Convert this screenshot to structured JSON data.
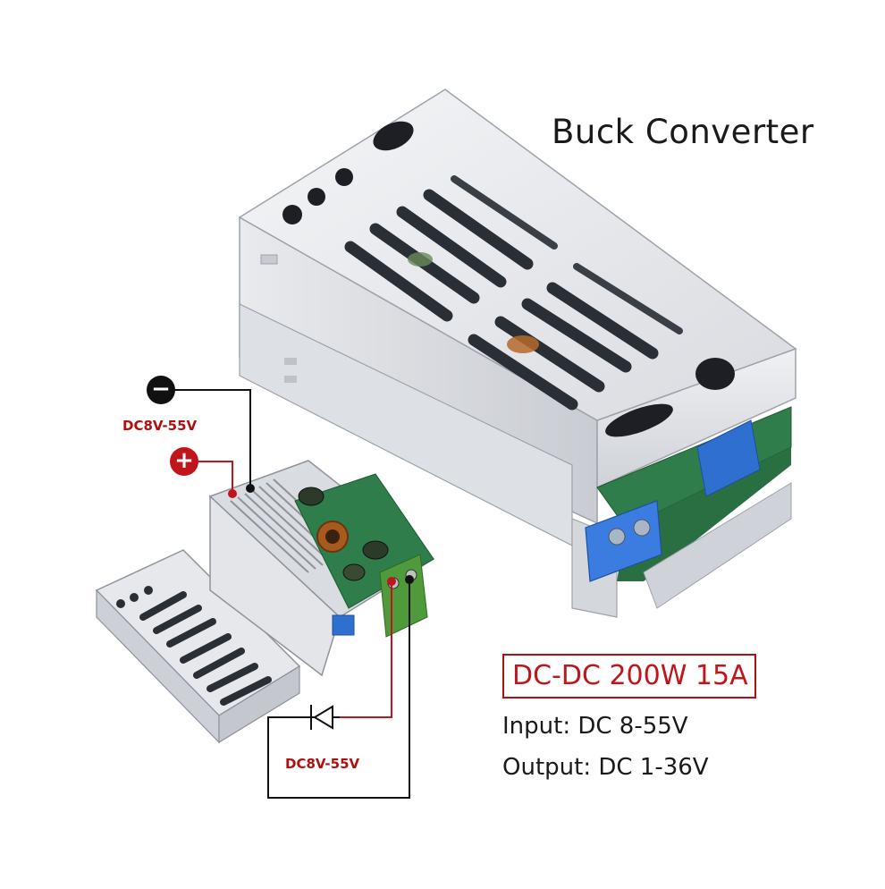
{
  "title": "Buck Converter",
  "spec_badge": "DC-DC 200W 15A",
  "input_spec": "Input: DC 8-55V",
  "output_spec": "Output: DC 1-36V",
  "wiring": {
    "input_label": "DC8V-55V",
    "output_label": "DC8V-55V",
    "negative_symbol": "−",
    "positive_symbol": "+"
  },
  "colors": {
    "accent_red": "#c0161b",
    "wire_black": "#111111",
    "terminal_blue": "#2f6fd0",
    "terminal_green": "#4f9a3a",
    "pcb_green": "#2e7d4a",
    "enclosure_silver": "#e8e9ec"
  }
}
